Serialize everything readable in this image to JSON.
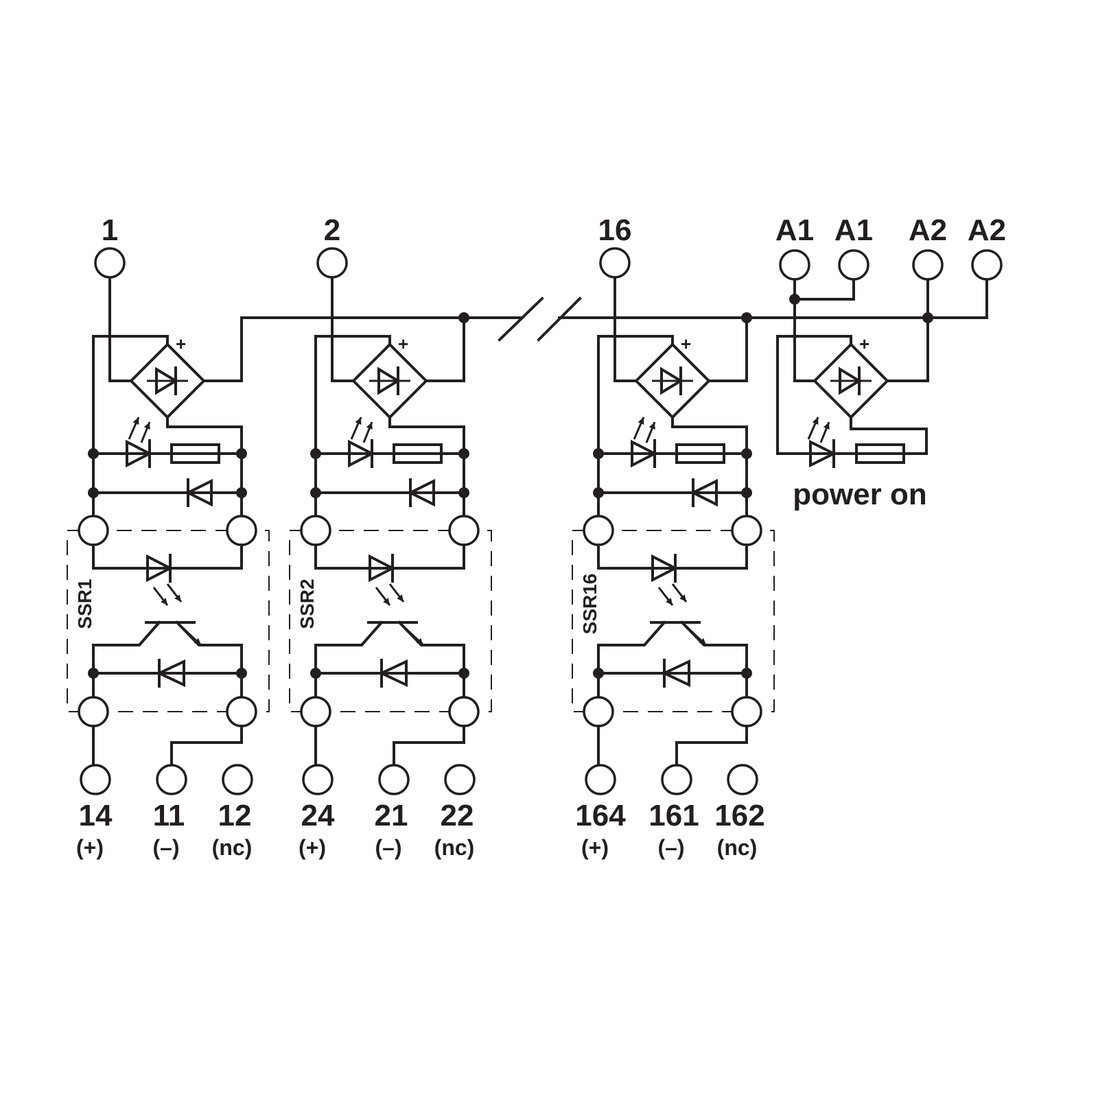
{
  "title": "Solid-state relay module circuit diagram",
  "colors": {
    "line": "#231f20",
    "background": "#ffffff"
  },
  "modules": [
    {
      "input": "1",
      "ssr": "SSR1",
      "outputs": [
        {
          "num": "14",
          "pol": "(+)"
        },
        {
          "num": "11",
          "pol": "(–)"
        },
        {
          "num": "12",
          "pol": "(nc)"
        }
      ]
    },
    {
      "input": "2",
      "ssr": "SSR2",
      "outputs": [
        {
          "num": "24",
          "pol": "(+)"
        },
        {
          "num": "21",
          "pol": "(–)"
        },
        {
          "num": "22",
          "pol": "(nc)"
        }
      ]
    },
    {
      "input": "16",
      "ssr": "SSR16",
      "outputs": [
        {
          "num": "164",
          "pol": "(+)"
        },
        {
          "num": "161",
          "pol": "(–)"
        },
        {
          "num": "162",
          "pol": "(nc)"
        }
      ]
    }
  ],
  "power": {
    "terminals": [
      "A1",
      "A1",
      "A2",
      "A2"
    ],
    "label": "power on",
    "plus": "+"
  }
}
